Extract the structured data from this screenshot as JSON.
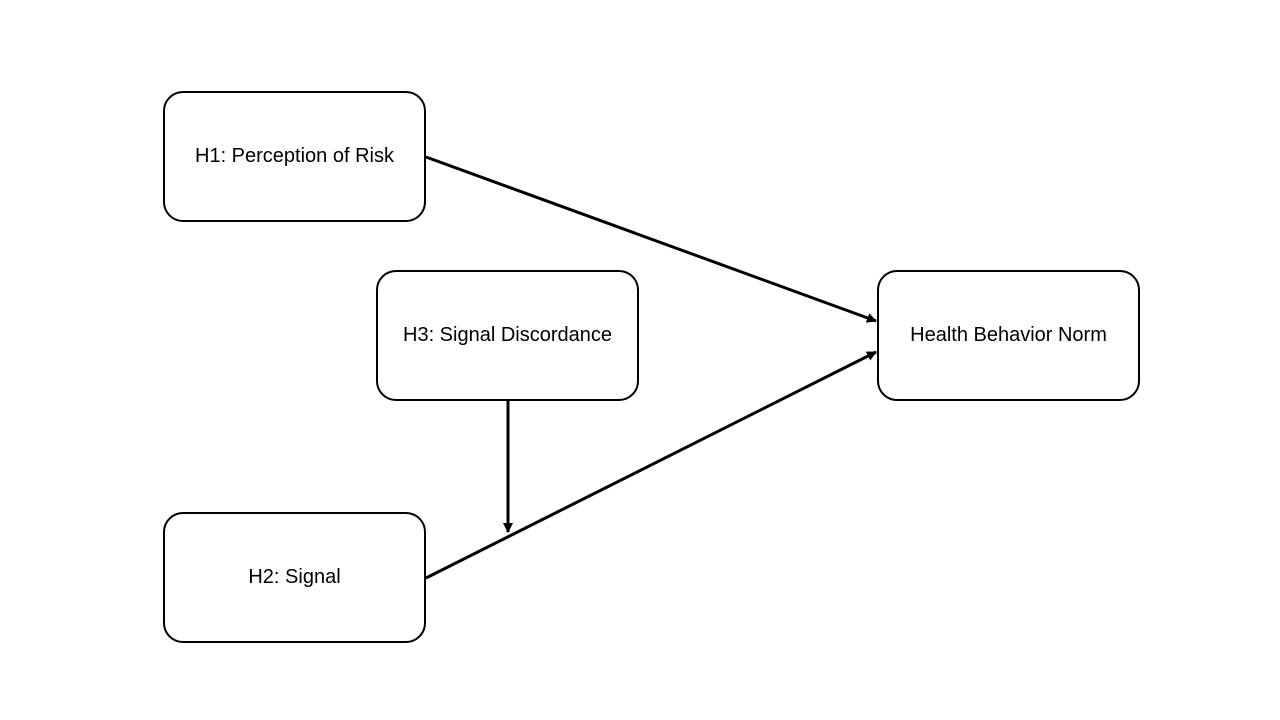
{
  "diagram": {
    "nodes": [
      {
        "id": "h1",
        "label": "H1: Perception of Risk"
      },
      {
        "id": "h3",
        "label": "H3: Signal Discordance"
      },
      {
        "id": "h2",
        "label": "H2: Signal"
      },
      {
        "id": "outcome",
        "label": "Health Behavior Norm"
      }
    ],
    "edges": [
      {
        "from": "h1",
        "to": "outcome"
      },
      {
        "from": "h2",
        "to": "outcome"
      },
      {
        "from": "h3",
        "to": "h2->outcome"
      }
    ],
    "colors": {
      "stroke": "#000000",
      "background": "#ffffff",
      "text": "#000000"
    }
  }
}
